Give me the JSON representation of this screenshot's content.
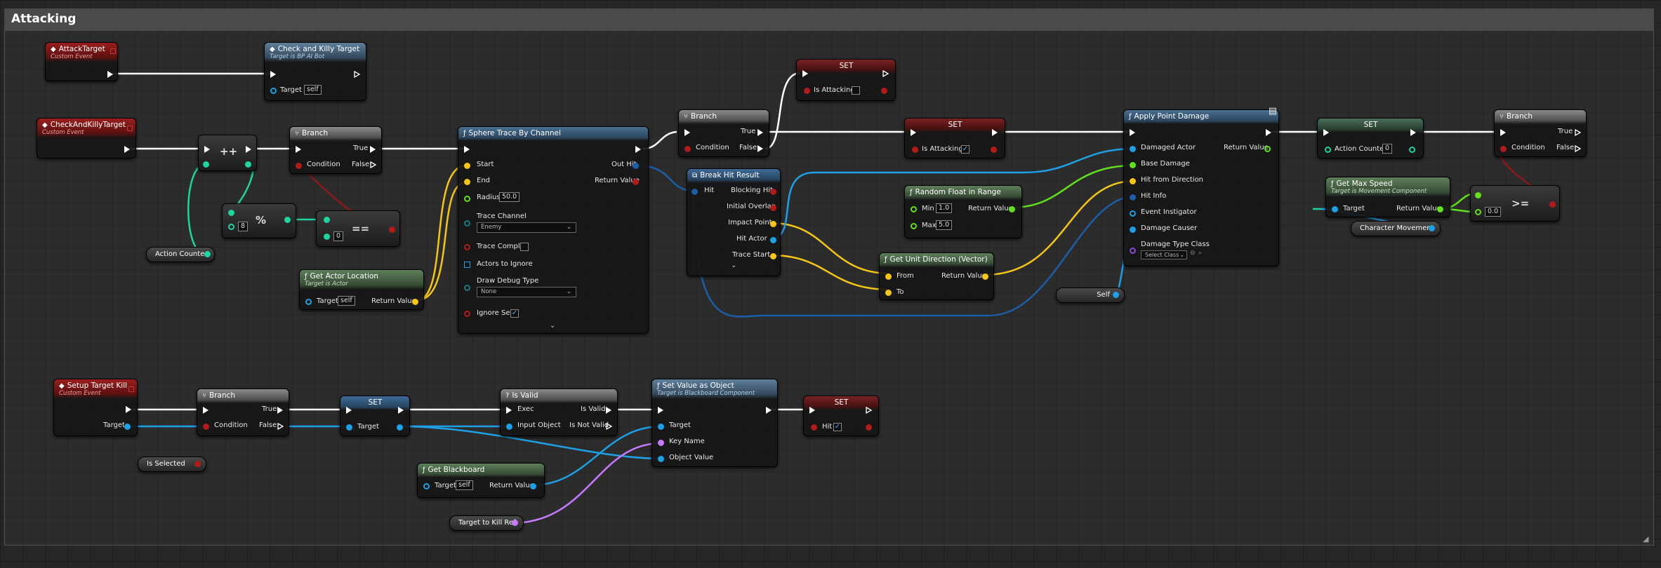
{
  "graph": {
    "comment_title": "Attacking"
  },
  "colors": {
    "exec": "#ffffff",
    "object": "#1ea0e6",
    "bool": "#b11b1b",
    "int": "#1fd4a0",
    "float": "#62e01e",
    "vector": "#f5c518",
    "name": "#c57aff",
    "struct": "#1a5ea8"
  },
  "nodes": {
    "attack_target": {
      "title": "AttackTarget",
      "subtitle": "Custom Event"
    },
    "check_killy": {
      "title": "Check and Killy Target",
      "subtitle": "Target is BP AI Bot",
      "target_label": "Target",
      "target_value": "self"
    },
    "check_and_killy_target": {
      "title": "CheckAndKillyTarget",
      "subtitle": "Custom Event"
    },
    "increment": {
      "symbol": "++"
    },
    "branch1": {
      "title": "Branch",
      "condition": "Condition",
      "true_label": "True",
      "false_label": "False"
    },
    "modulo": {
      "symbol": "%",
      "value": "8"
    },
    "equals": {
      "symbol": "==",
      "value": "0"
    },
    "action_counter_var": {
      "label": "Action Counter"
    },
    "sphere_trace": {
      "title": "Sphere Trace By Channel",
      "start": "Start",
      "end": "End",
      "radius": "Radius",
      "radius_value": "50.0",
      "trace_channel": "Trace Channel",
      "trace_channel_value": "Enemy",
      "trace_complex": "Trace Complex",
      "actors_to_ignore": "Actors to Ignore",
      "draw_debug_type": "Draw Debug Type",
      "draw_debug_value": "None",
      "ignore_self": "Ignore Self",
      "out_hit": "Out Hit",
      "return_value": "Return Value"
    },
    "get_actor_location": {
      "title": "Get Actor Location",
      "subtitle": "Target is Actor",
      "target_label": "Target",
      "target_value": "self",
      "return_value": "Return Value"
    },
    "branch2": {
      "title": "Branch",
      "condition": "Condition",
      "true_label": "True",
      "false_label": "False"
    },
    "set_is_attacking_1": {
      "title": "SET",
      "var": "Is Attacking"
    },
    "break_hit": {
      "title": "Break Hit Result",
      "hit": "Hit",
      "blocking_hit": "Blocking Hit",
      "initial_overlap": "Initial Overlap",
      "impact_point": "Impact Point",
      "hit_actor": "Hit Actor",
      "trace_start": "Trace Start"
    },
    "set_is_attacking_2": {
      "title": "SET",
      "var": "Is Attacking"
    },
    "random_float": {
      "title": "Random Float in Range",
      "min_label": "Min",
      "min_value": "1.0",
      "max_label": "Max",
      "max_value": "5.0",
      "return_value": "Return Value"
    },
    "get_unit_direction": {
      "title": "Get Unit Direction (Vector)",
      "from": "From",
      "to": "To",
      "return_value": "Return Value"
    },
    "self_var": {
      "label": "Self"
    },
    "apply_damage": {
      "title": "Apply Point Damage",
      "damaged_actor": "Damaged Actor",
      "base_damage": "Base Damage",
      "hit_from_direction": "Hit from Direction",
      "hit_info": "Hit Info",
      "event_instigator": "Event Instigator",
      "damage_causer": "Damage Causer",
      "damage_type_class": "Damage Type Class",
      "select_class": "Select Class",
      "return_value": "Return Value"
    },
    "set_action_counter": {
      "title": "SET",
      "var": "Action Counter",
      "value": "0"
    },
    "get_max_speed": {
      "title": "Get Max Speed",
      "subtitle": "Target is Movement Component",
      "target_label": "Target",
      "return_value": "Return Value"
    },
    "character_movement_var": {
      "label": "Character Movement"
    },
    "gte": {
      "symbol": ">=",
      "value": "0.0"
    },
    "branch3": {
      "title": "Branch",
      "condition": "Condition",
      "true_label": "True",
      "false_label": "False"
    },
    "setup_target_kill": {
      "title": "Setup Target Kill",
      "subtitle": "Custom Event",
      "target_label": "Target"
    },
    "branch4": {
      "title": "Branch",
      "condition": "Condition",
      "true_label": "True",
      "false_label": "False"
    },
    "set_target": {
      "title": "SET",
      "var": "Target"
    },
    "is_selected_var": {
      "label": "Is Selected"
    },
    "is_valid": {
      "title": "Is Valid",
      "exec": "Exec",
      "input_object": "Input Object",
      "is_valid": "Is Valid",
      "is_not_valid": "Is Not Valid"
    },
    "get_blackboard": {
      "title": "Get Blackboard",
      "target_label": "Target",
      "target_value": "self",
      "return_value": "Return Value"
    },
    "set_value_as_object": {
      "title": "Set Value as Object",
      "subtitle": "Target is Blackboard Component",
      "target": "Target",
      "key_name": "Key Name",
      "object_value": "Object Value"
    },
    "target_to_kill_ref": {
      "label": "Target to Kill Ref"
    },
    "set_hit": {
      "title": "SET",
      "var": "Hit"
    }
  }
}
